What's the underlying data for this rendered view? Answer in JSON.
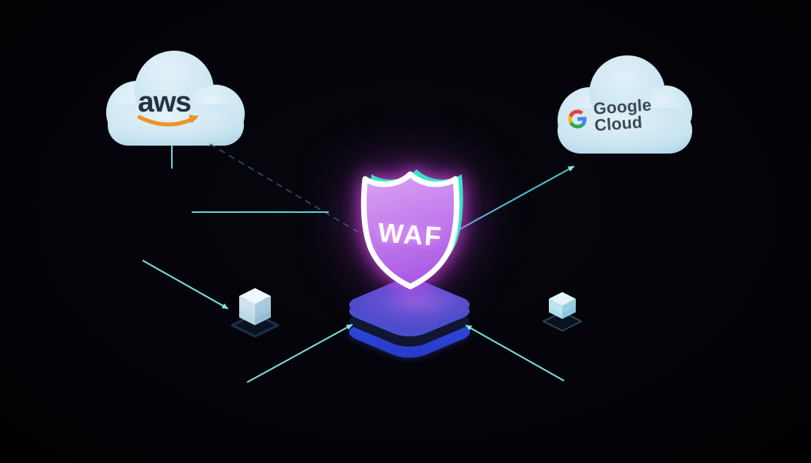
{
  "nodes": {
    "aws": {
      "label": "aws",
      "type": "cloud-provider",
      "icon": "aws-cloud"
    },
    "google": {
      "label": "Google Cloud",
      "type": "cloud-provider",
      "icon": "google-cloud-logo"
    },
    "waf": {
      "label": "WAF",
      "type": "web-application-firewall-shield",
      "icon": "shield"
    },
    "server_left": {
      "type": "server-stack",
      "icon": "isometric-server-3-layer"
    },
    "server_right": {
      "type": "server-stack",
      "icon": "isometric-server-2-layer"
    }
  },
  "colors": {
    "background": "#030309",
    "cloud_fill": "#cde6f2",
    "aws_text": "#27313f",
    "aws_smile": "#e8962a",
    "google_text": "#3d4856",
    "google_g": {
      "blue": "#4285F4",
      "red": "#EA4335",
      "yellow": "#FBBC05",
      "green": "#34A853"
    },
    "shield_purple_top": "#dca4f4",
    "shield_purple_bottom": "#ab5ce4",
    "shield_outline": "#ffffff",
    "shield_teal": "#38e2c6",
    "shield_glow": "#e24df0",
    "platform_top": "#5b52cf",
    "platform_mid": "#4a4ecf",
    "platform_dark": "#111831",
    "platform_bottom": "#2e47dd",
    "line_cyan": "#79dfd6",
    "line_dashed": "#2b545e",
    "server_body": "#e4f2f8"
  }
}
